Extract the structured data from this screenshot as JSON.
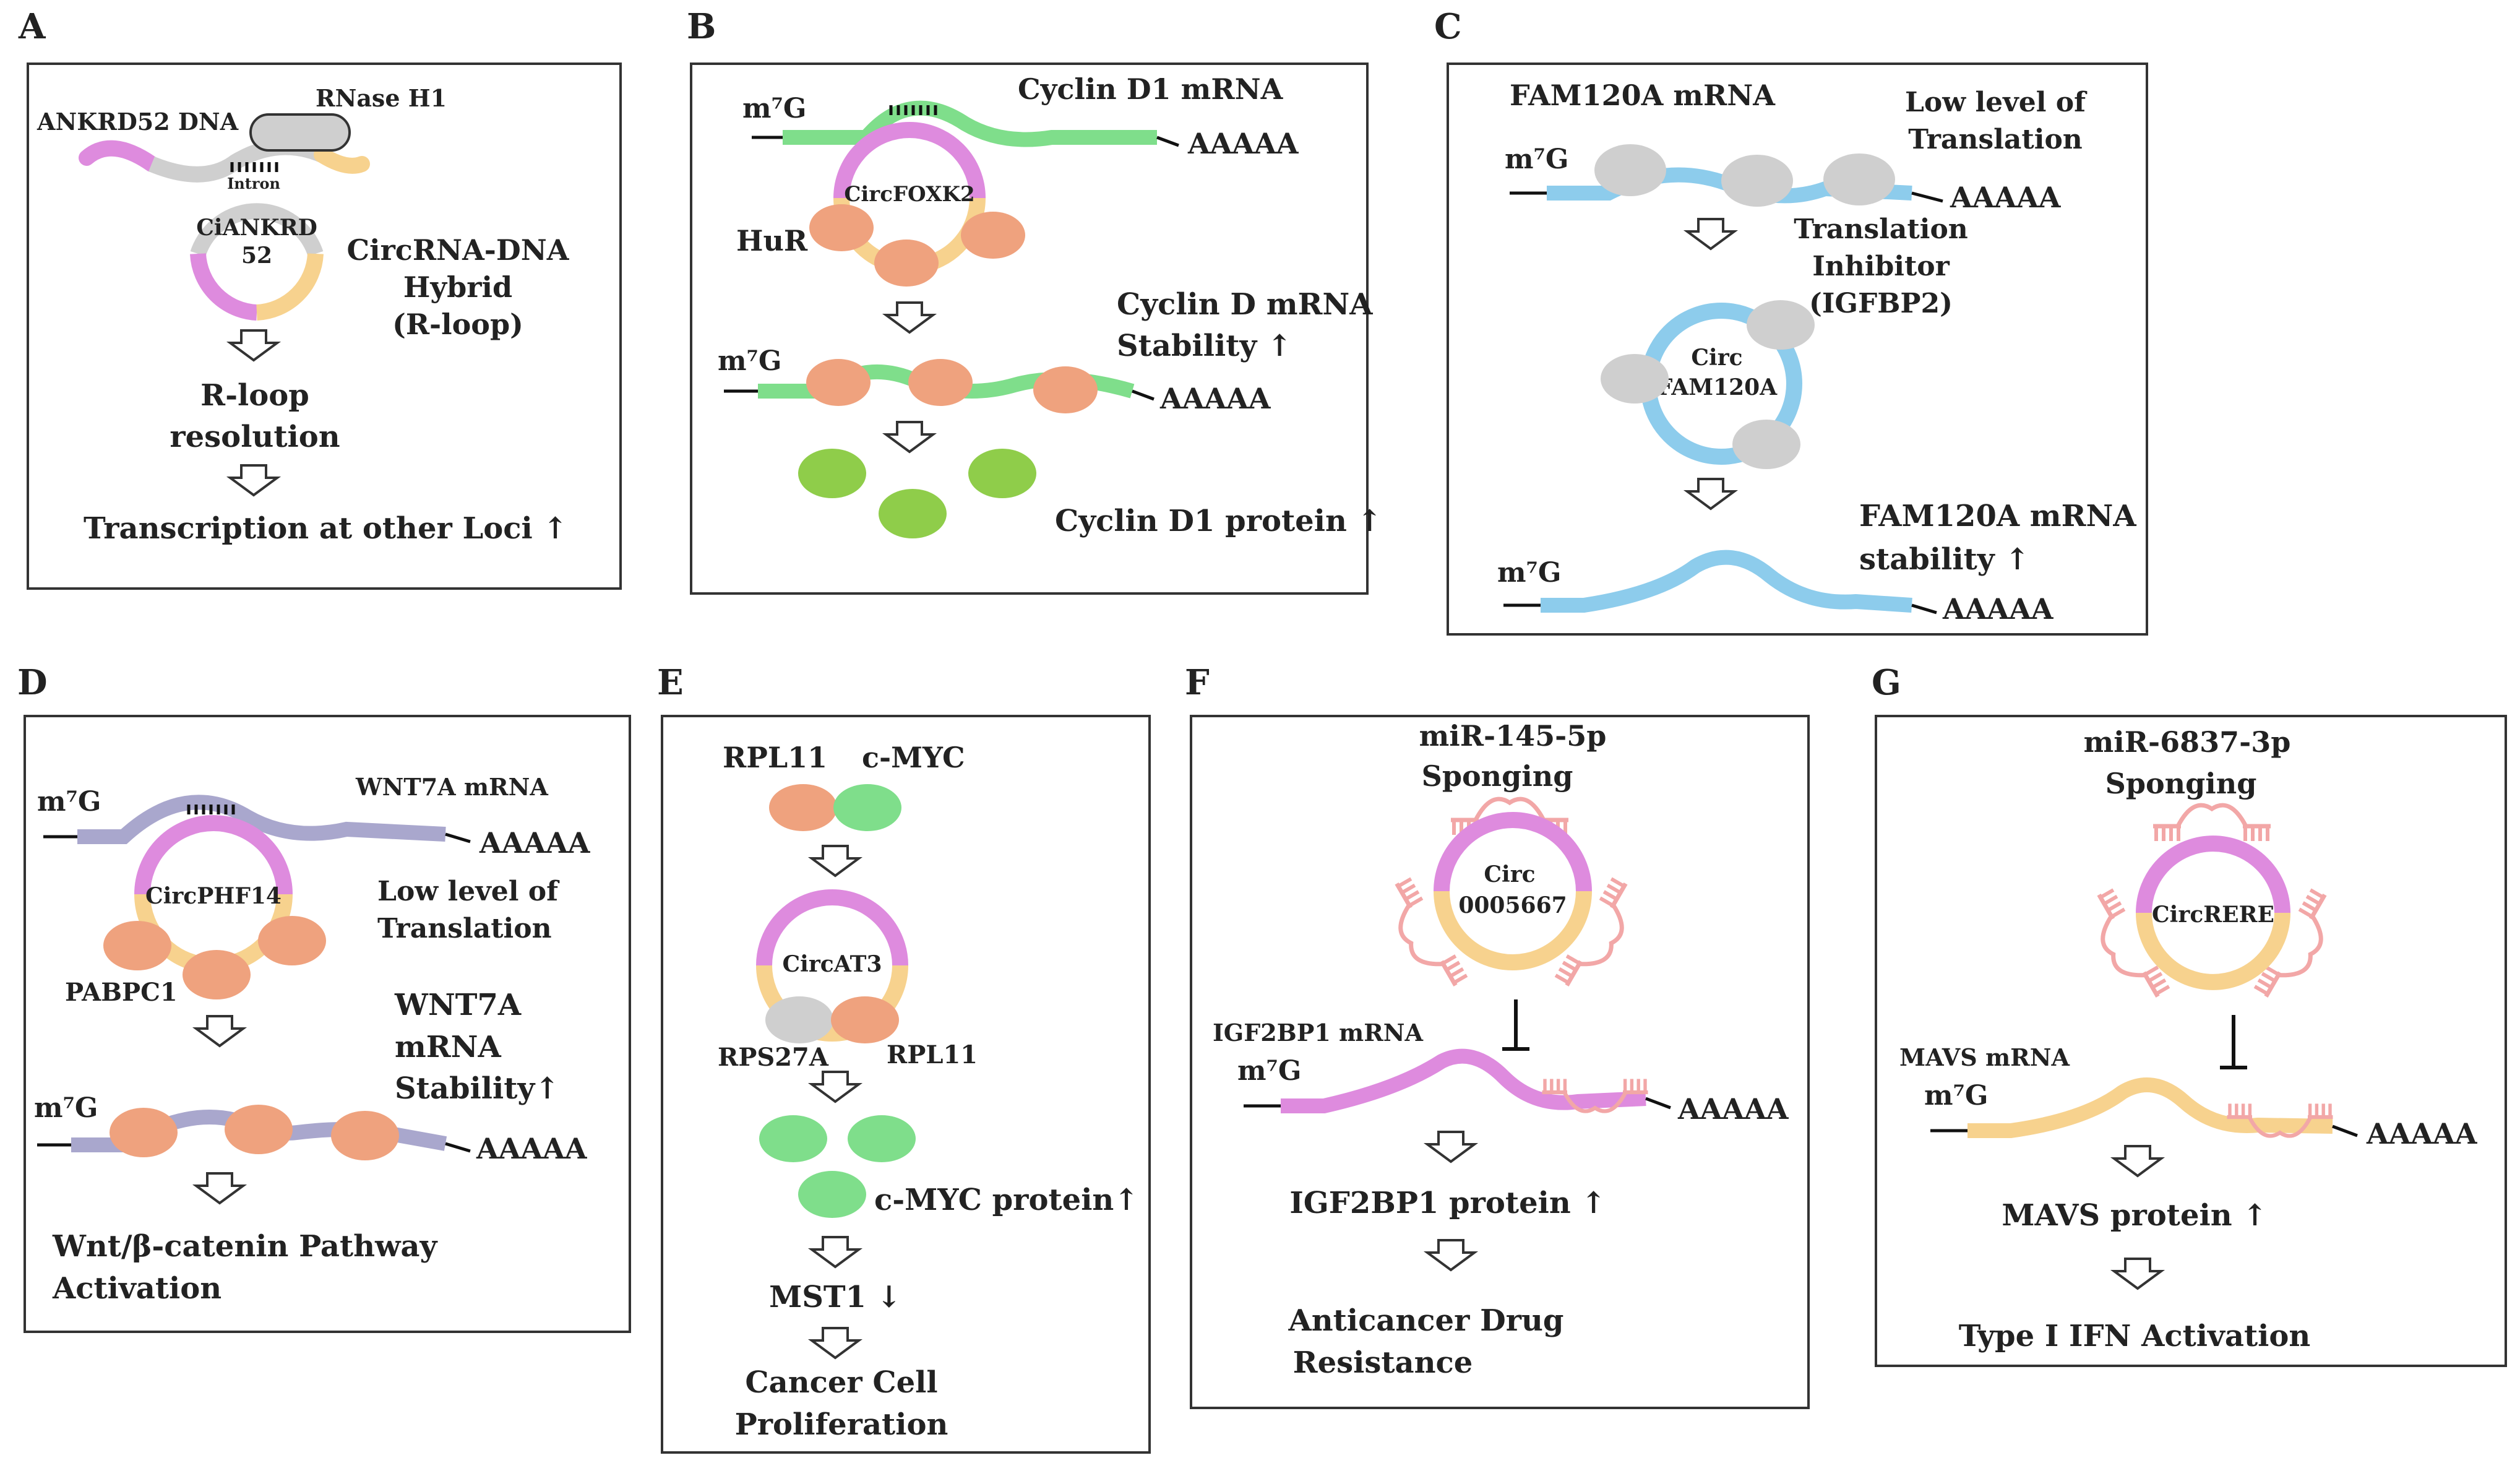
{
  "colors": {
    "pink": "#DE8BDE",
    "yellow": "#F7D28E",
    "green": "#7FDE8B",
    "salmon": "#EFA27E",
    "grey": "#CFCFCF",
    "blue": "#8DCCEC",
    "lavender": "#A9A7CD",
    "lightgreen": "#8FCD4A",
    "arrowhead": "#F2A7A7"
  },
  "panels": {
    "A": {
      "label": "A",
      "dna": "ANKRD52 DNA",
      "rnase": "RNase H1",
      "intron": "Intron",
      "circ_line1": "CiANKRD",
      "circ_line2": "52",
      "hybrid1": "CircRNA-DNA",
      "hybrid2": "Hybrid",
      "hybrid3": "(R-loop)",
      "res1": "R-loop",
      "res2": "resolution",
      "result": "Transcription at other Loci ↑"
    },
    "B": {
      "label": "B",
      "cap": "m⁷G",
      "mrna": "Cyclin D1 mRNA",
      "polyA": "AAAAA",
      "circ": "CircFOXK2",
      "hur": "HuR",
      "stab1": "Cyclin D mRNA",
      "stab2": "Stability ↑",
      "cap2": "m⁷G",
      "polyA2": "AAAAA",
      "protein": "Cyclin D1 protein ↑"
    },
    "C": {
      "label": "C",
      "mrna": "FAM120A mRNA",
      "low1": "Low level of",
      "low2": "Translation",
      "cap": "m⁷G",
      "polyA": "AAAAA",
      "inh1": "Translation",
      "inh2": "Inhibitor",
      "inh3": "(IGFBP2)",
      "circ1": "Circ",
      "circ2": "FAM120A",
      "stab1": "FAM120A mRNA",
      "stab2": "stability ↑",
      "cap2": "m⁷G",
      "polyA2": "AAAAA"
    },
    "D": {
      "label": "D",
      "cap": "m⁷G",
      "mrna": "WNT7A mRNA",
      "polyA": "AAAAA",
      "circ": "CircPHF14",
      "low1": "Low level of",
      "low2": "Translation",
      "pabpc1": "PABPC1",
      "stab1": "WNT7A",
      "stab2": "mRNA",
      "stab3": "Stability↑",
      "cap2": "m⁷G",
      "polyA2": "AAAAA",
      "result1": "Wnt/β-catenin Pathway",
      "result2": "Activation"
    },
    "E": {
      "label": "E",
      "rpl11": "RPL11",
      "cmyc": "c-MYC",
      "circ": "CircAT3",
      "rps27a": "RPS27A",
      "rpl11b": "RPL11",
      "protein": "c-MYC protein↑",
      "mst1": "MST1 ↓",
      "result1": "Cancer Cell",
      "result2": "Proliferation"
    },
    "F": {
      "label": "F",
      "mir1": "miR-145-5p",
      "mir2": "Sponging",
      "circ1": "Circ",
      "circ2": "0005667",
      "mrna": "IGF2BP1 mRNA",
      "cap": "m⁷G",
      "polyA": "AAAAA",
      "protein": "IGF2BP1 protein ↑",
      "result1": "Anticancer Drug",
      "result2": "Resistance"
    },
    "G": {
      "label": "G",
      "mir1": "miR-6837-3p",
      "mir2": "Sponging",
      "circ": "CircRERE",
      "mrna": "MAVS mRNA",
      "cap": "m⁷G",
      "polyA": "AAAAA",
      "protein": "MAVS protein ↑",
      "result": "Type I IFN Activation"
    }
  }
}
